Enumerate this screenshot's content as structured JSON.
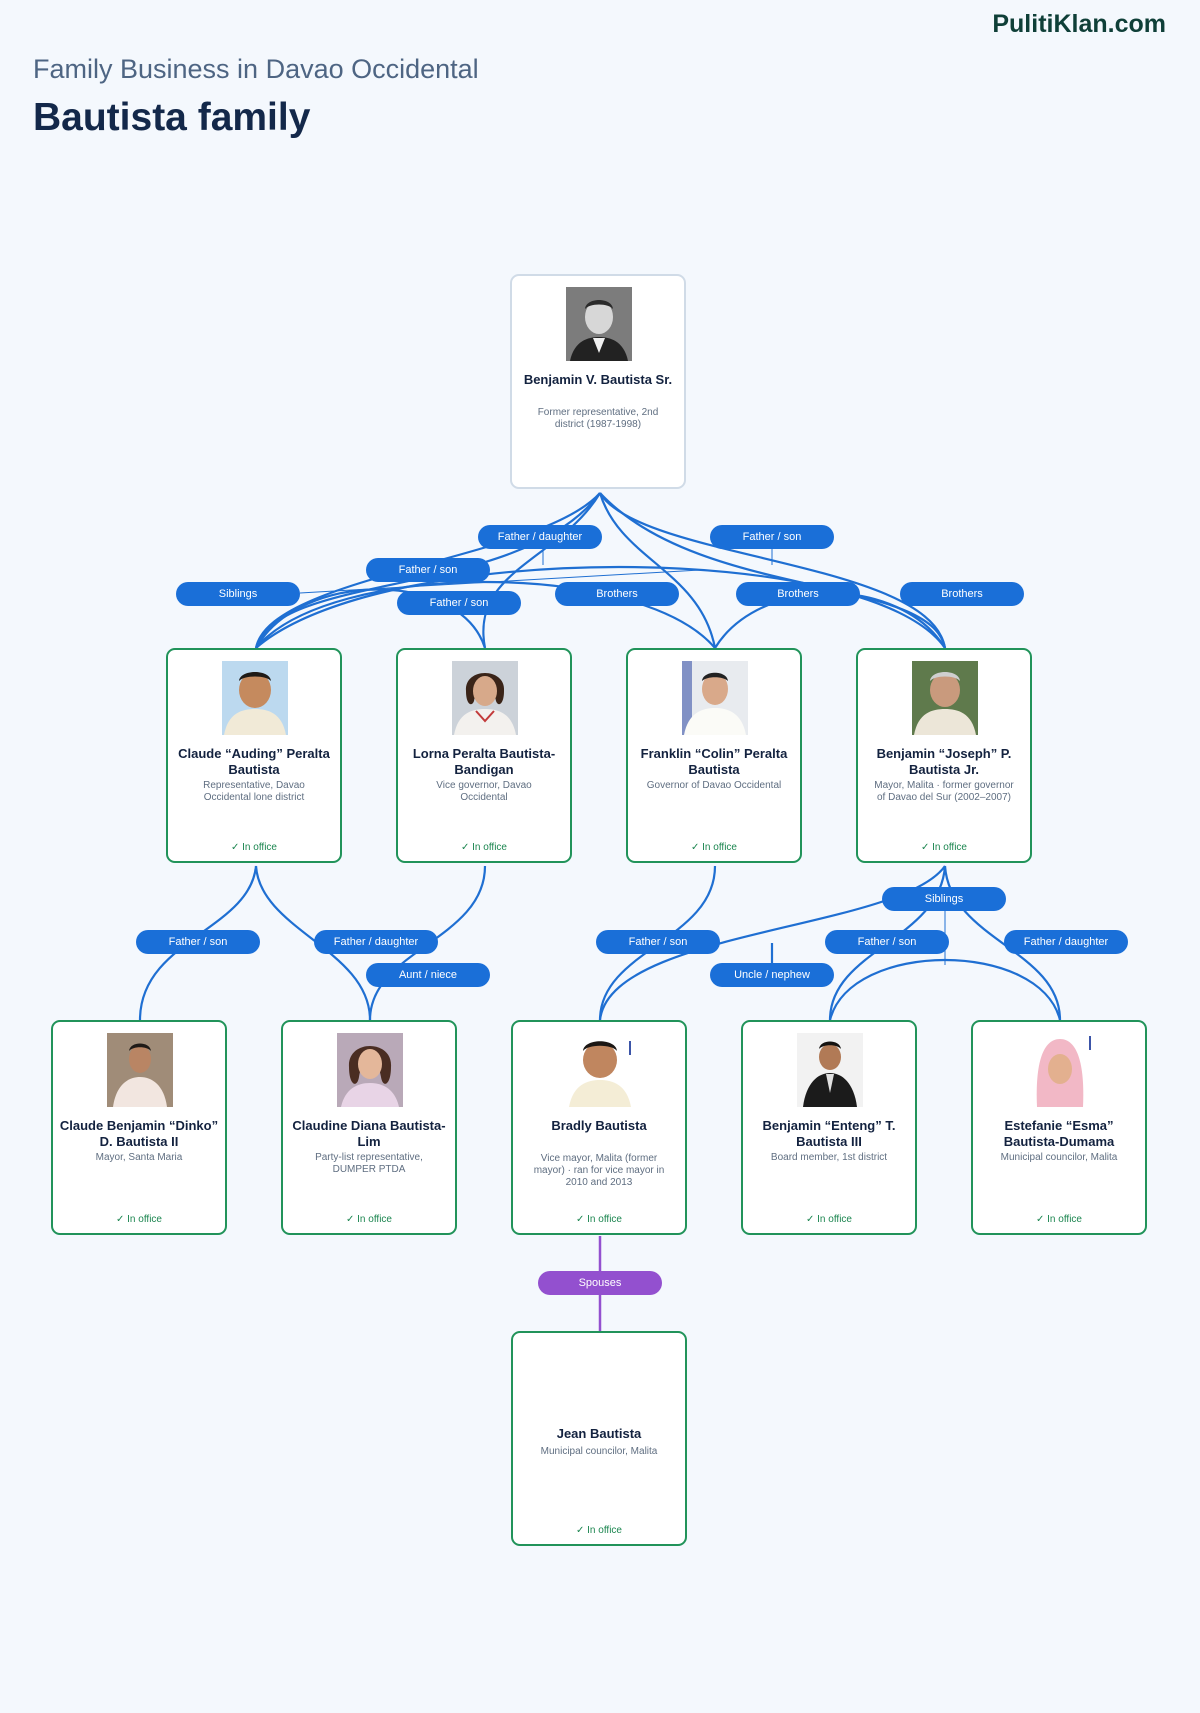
{
  "header": {
    "brand": "PulitiKlan.com",
    "subtitle": "Family Business in Davao Occidental",
    "title": "Bautista family"
  },
  "colors": {
    "in_office_border": "#21935a",
    "former_border": "#d0dbe7",
    "relation_pill": "#1a6fd8",
    "spouse_pill": "#9350cf",
    "link_line": "#1f6fd2"
  },
  "people": {
    "benjamin_sr": {
      "name": "Benjamin V. Bautista Sr.",
      "role": "Former representative, 2nd district (1987-1998)",
      "status": ""
    },
    "claude": {
      "name": "Claude “Auding” Peralta Bautista",
      "role": "Representative, Davao Occidental lone district",
      "status": "✓ In office"
    },
    "lorna": {
      "name": "Lorna Peralta Bautista-Bandigan",
      "role": "Vice governor, Davao Occidental",
      "status": "✓ In office"
    },
    "franklin": {
      "name": "Franklin “Colin” Peralta Bautista",
      "role": "Governor of Davao Occidental",
      "status": "✓ In office"
    },
    "benjamin_jr": {
      "name": "Benjamin “Joseph” P. Bautista Jr.",
      "role": "Mayor, Malita · former governor of Davao del Sur (2002–2007)",
      "status": "✓ In office"
    },
    "claude_benjamin": {
      "name": "Claude Benjamin “Dinko” D. Bautista II",
      "role": "Mayor, Santa Maria",
      "status": "✓ In office"
    },
    "claudine": {
      "name": "Claudine Diana Bautista-Lim",
      "role": "Party-list representative, DUMPER PTDA",
      "status": "✓ In office"
    },
    "bradly": {
      "name": "Bradly Bautista",
      "role": "Vice mayor, Malita (former mayor) · ran for vice mayor in 2010 and 2013",
      "status": "✓ In office"
    },
    "benjamin_iii": {
      "name": "Benjamin “Enteng” T. Bautista III",
      "role": "Board member, 1st district",
      "status": "✓ In office"
    },
    "estefanie": {
      "name": "Estefanie “Esma” Bautista-Dumama",
      "role": "Municipal councilor, Malita",
      "status": "✓ In office"
    },
    "jean": {
      "name": "Jean Bautista",
      "role": "Municipal councilor, Malita",
      "status": "✓ In office"
    }
  },
  "relations": {
    "sr_lorna": "Father / daughter",
    "sr_franklin": "Father / son",
    "sr_claude": "Father / son",
    "siblings_top": "Siblings",
    "sr_benjamin_jr": "Father / son",
    "brothers_1": "Brothers",
    "brothers_2": "Brothers",
    "brothers_3": "Brothers",
    "claude_dinko": "Father / son",
    "claude_claudine": "Father / daughter",
    "lorna_claudine": "Aunt / niece",
    "franklin_bradly": "Father / son",
    "siblings_bottom": "Siblings",
    "jr_enteng": "Father / son",
    "jr_esma": "Father / daughter",
    "uncle_nephew": "Uncle / nephew",
    "spouses": "Spouses"
  }
}
